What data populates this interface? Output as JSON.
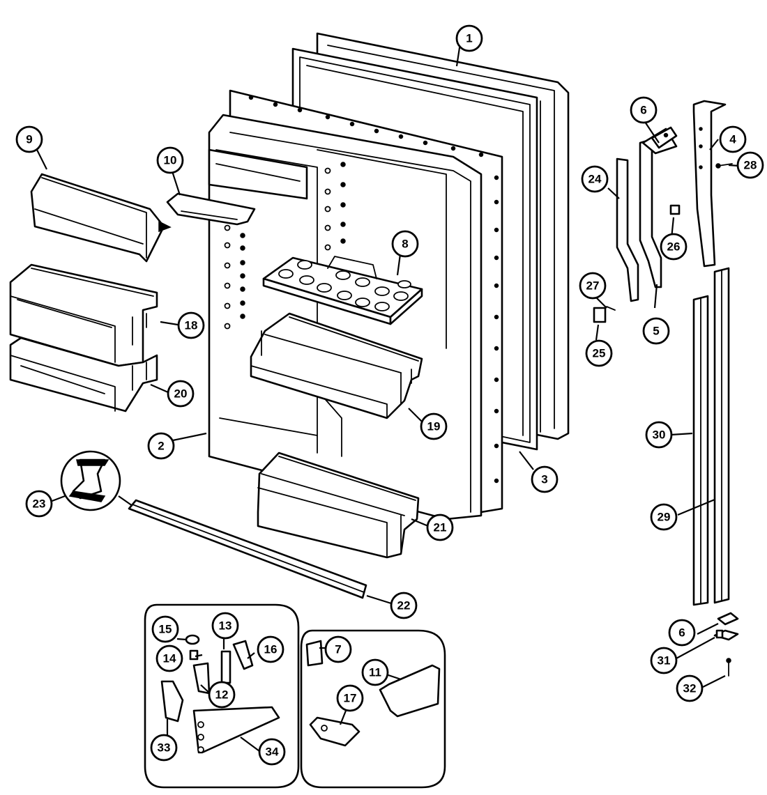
{
  "diagram": {
    "callouts": [
      {
        "id": "c1",
        "label": "1"
      },
      {
        "id": "c2",
        "label": "2"
      },
      {
        "id": "c3",
        "label": "3"
      },
      {
        "id": "c4",
        "label": "4"
      },
      {
        "id": "c5",
        "label": "5"
      },
      {
        "id": "c6a",
        "label": "6"
      },
      {
        "id": "c6b",
        "label": "6"
      },
      {
        "id": "c7",
        "label": "7"
      },
      {
        "id": "c8",
        "label": "8"
      },
      {
        "id": "c9",
        "label": "9"
      },
      {
        "id": "c10",
        "label": "10"
      },
      {
        "id": "c11",
        "label": "11"
      },
      {
        "id": "c12",
        "label": "12"
      },
      {
        "id": "c13",
        "label": "13"
      },
      {
        "id": "c14",
        "label": "14"
      },
      {
        "id": "c15",
        "label": "15"
      },
      {
        "id": "c16",
        "label": "16"
      },
      {
        "id": "c17",
        "label": "17"
      },
      {
        "id": "c18",
        "label": "18"
      },
      {
        "id": "c19",
        "label": "19"
      },
      {
        "id": "c20",
        "label": "20"
      },
      {
        "id": "c21",
        "label": "21"
      },
      {
        "id": "c22",
        "label": "22"
      },
      {
        "id": "c23",
        "label": "23"
      },
      {
        "id": "c24",
        "label": "24"
      },
      {
        "id": "c25",
        "label": "25"
      },
      {
        "id": "c26",
        "label": "26"
      },
      {
        "id": "c27",
        "label": "27"
      },
      {
        "id": "c28",
        "label": "28"
      },
      {
        "id": "c29",
        "label": "29"
      },
      {
        "id": "c30",
        "label": "30"
      },
      {
        "id": "c31",
        "label": "31"
      },
      {
        "id": "c32",
        "label": "32"
      },
      {
        "id": "c33",
        "label": "33"
      },
      {
        "id": "c34",
        "label": "34"
      }
    ]
  }
}
